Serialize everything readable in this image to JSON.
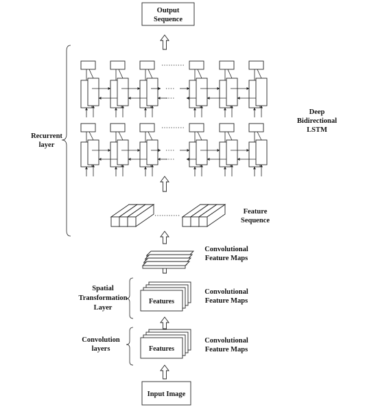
{
  "labels": {
    "output": [
      "Output",
      "Sequence"
    ],
    "input": "Input Image",
    "features_a": "Features",
    "features_b": "Features",
    "deep_lstm": [
      "Deep",
      "Bidirectional",
      "LSTM"
    ],
    "recurrent": [
      "Recurrent",
      "layer"
    ],
    "feature_sequence": [
      "Feature",
      "Sequence"
    ],
    "conv_maps_top": [
      "Convolutional",
      "Feature Maps"
    ],
    "conv_maps_mid": [
      "Convolutional",
      "Feature Maps"
    ],
    "conv_maps_bottom": [
      "Convolutional",
      "Feature Maps"
    ],
    "spatial": [
      "Spatial",
      "Transformation",
      "Layer"
    ],
    "convolution": [
      "Convolution",
      "layers"
    ]
  },
  "lstm": {
    "columns": 6,
    "layers": 2,
    "gap_marker": "........"
  },
  "colors": {
    "stroke": "#222222",
    "background": "#ffffff"
  }
}
